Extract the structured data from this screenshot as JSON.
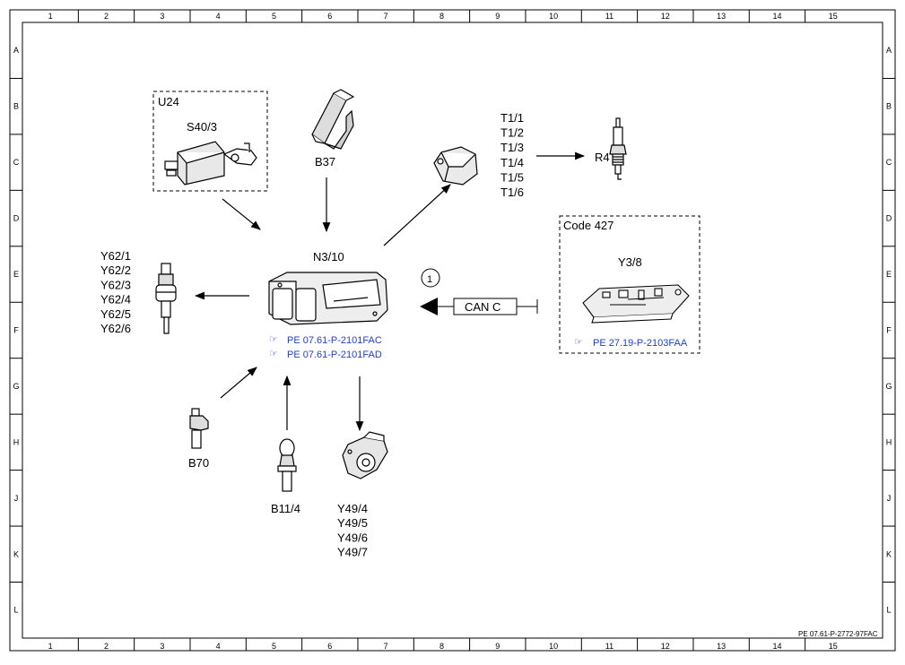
{
  "grid": {
    "columns": [
      "1",
      "2",
      "3",
      "4",
      "5",
      "6",
      "7",
      "8",
      "9",
      "10",
      "11",
      "12",
      "13",
      "14",
      "15"
    ],
    "rows": [
      "A",
      "B",
      "C",
      "D",
      "E",
      "F",
      "G",
      "H",
      "J",
      "K",
      "L"
    ]
  },
  "document_id": "PE 07.61-P-2772-97FAC",
  "colors": {
    "link": "#1f3fd6",
    "line": "#000000"
  },
  "components": {
    "u24_box_label": "U24",
    "s40_3": "S40/3",
    "b37": "B37",
    "n3_10": "N3/10",
    "t1": [
      "T1/1",
      "T1/2",
      "T1/3",
      "T1/4",
      "T1/5",
      "T1/6"
    ],
    "r4": "R4",
    "code427_box_label": "Code 427",
    "y3_8": "Y3/8",
    "y62": [
      "Y62/1",
      "Y62/2",
      "Y62/3",
      "Y62/4",
      "Y62/5",
      "Y62/6"
    ],
    "b70": "B70",
    "b11_4": "B11/4",
    "y49": [
      "Y49/4",
      "Y49/5",
      "Y49/6",
      "Y49/7"
    ]
  },
  "can_bus": {
    "label": "CAN C",
    "marker": "1"
  },
  "references": {
    "ecu": [
      "PE 07.61-P-2101FAC",
      "PE 07.61-P-2101FAD"
    ],
    "valve_body": "PE 27.19-P-2103FAA",
    "ref_icon": "pointing-hand-icon"
  }
}
